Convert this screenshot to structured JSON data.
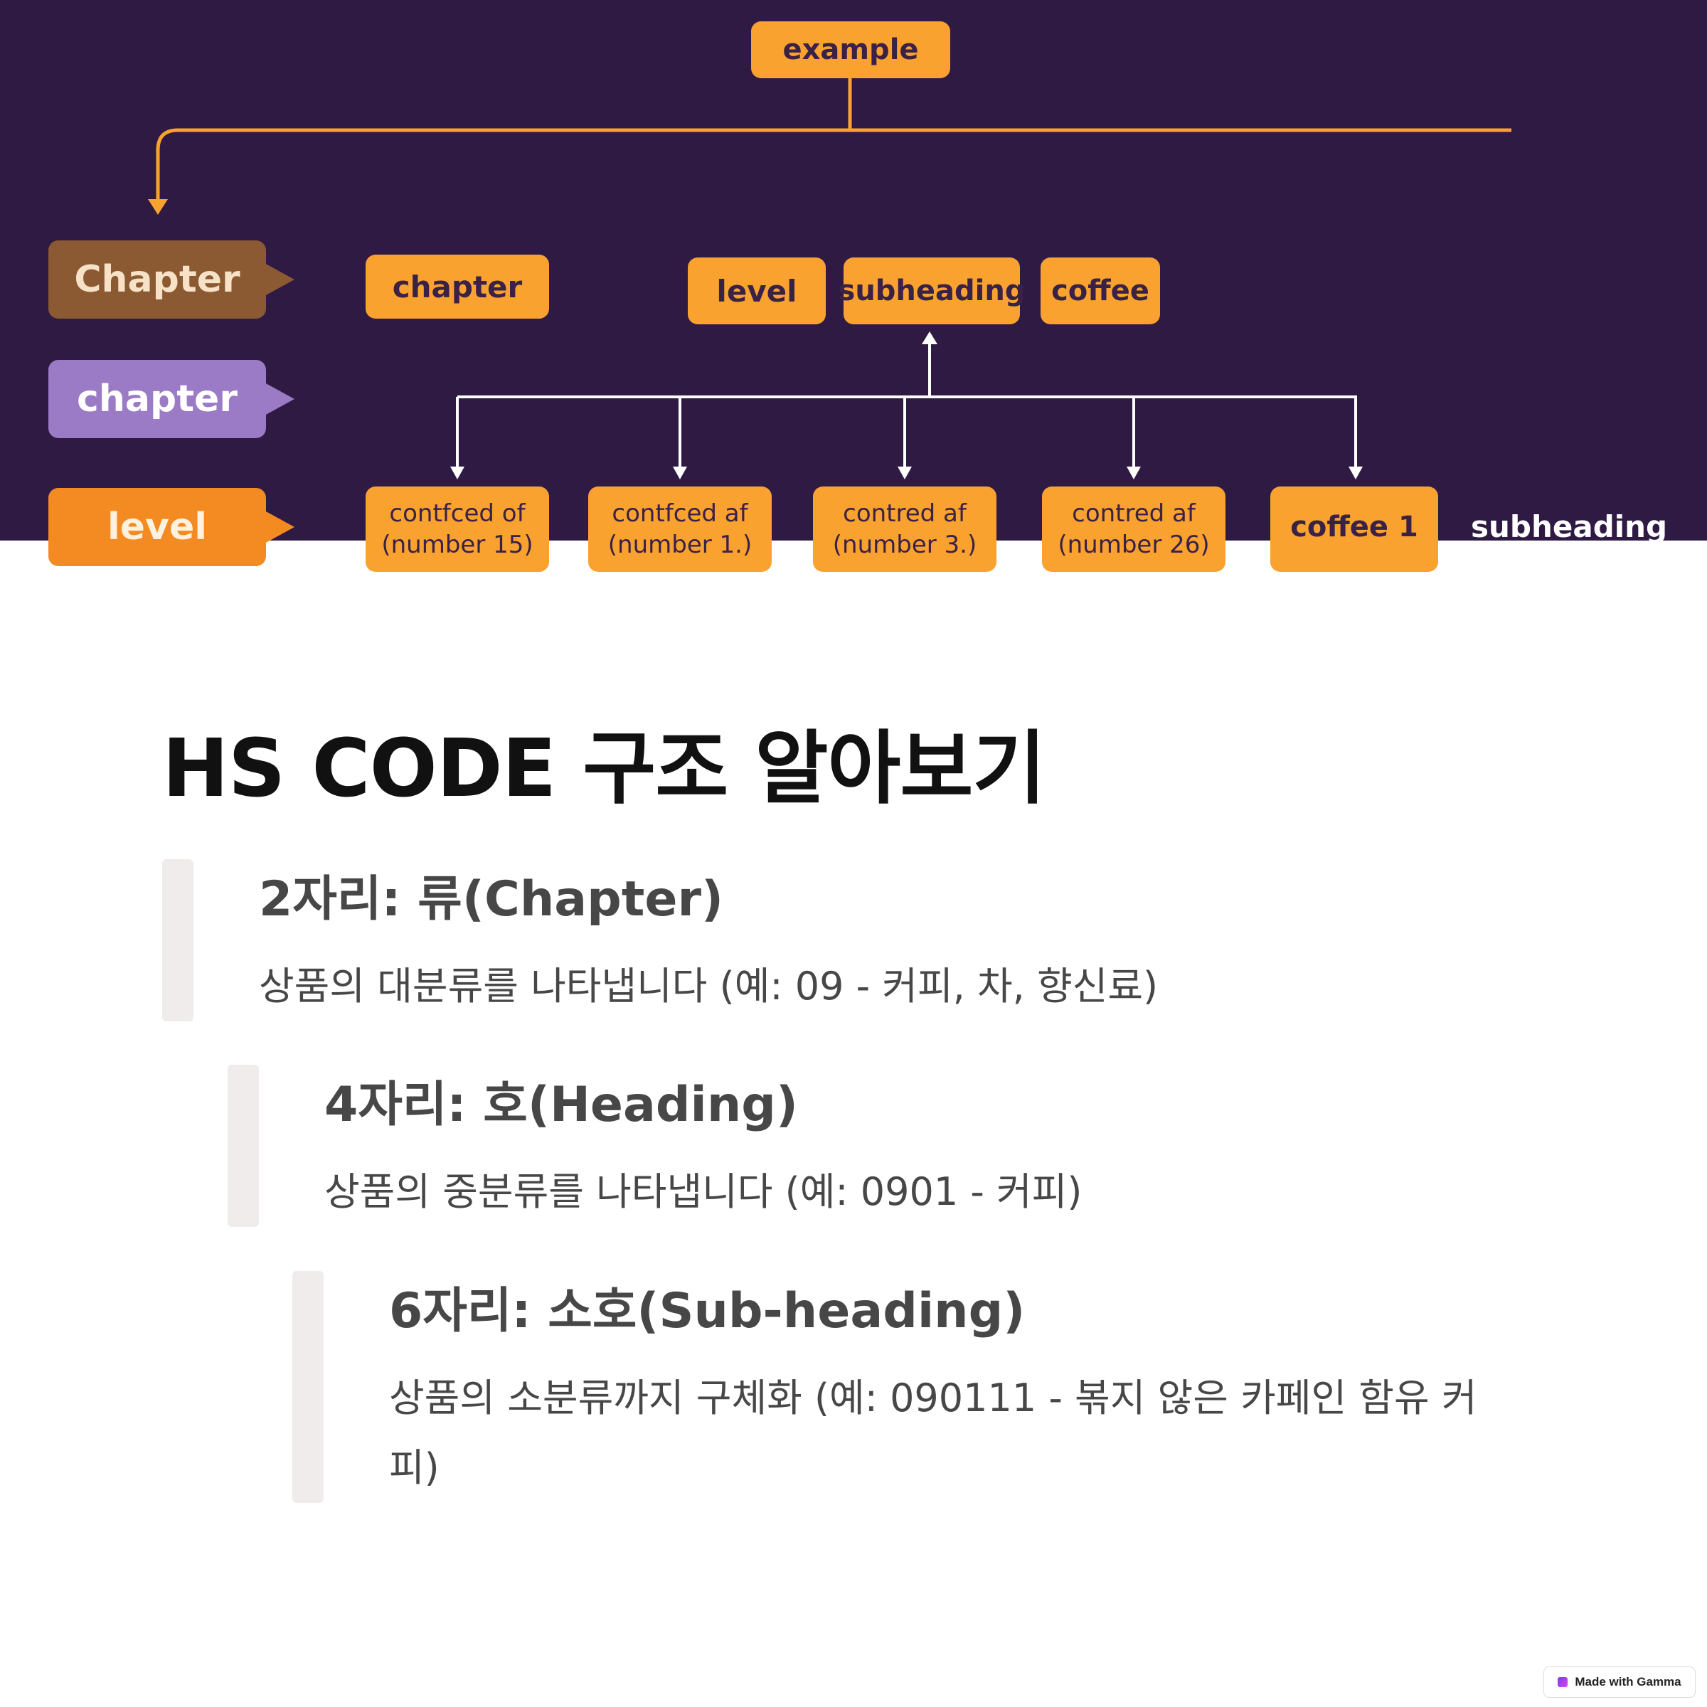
{
  "diagram": {
    "root_label": "example",
    "side_labels": [
      "Chapter",
      "chapter",
      "level"
    ],
    "top_row": [
      "chapter",
      "level",
      "subheading",
      "coffee"
    ],
    "bottom_row": [
      "contfced of\n(number 15)",
      "contfced af\n(number 1.)",
      "contred af\n(number 3.)",
      "contred af\n(number 26)",
      "coffee 1"
    ],
    "bottom_caption": "subheading"
  },
  "content": {
    "title": "HS CODE 구조 알아보기",
    "items": [
      {
        "heading": "2자리: 류(Chapter)",
        "description": "상품의 대분류를 나타냅니다 (예: 09 - 커피, 차, 향신료)"
      },
      {
        "heading": "4자리: 호(Heading)",
        "description": "상품의 중분류를 나타냅니다 (예: 0901 - 커피)"
      },
      {
        "heading": "6자리: 소호(Sub-heading)",
        "description": "상품의 소분류까지 구체화 (예: 090111 - 볶지 않은 카페인 함유 커피)"
      }
    ]
  },
  "footer": {
    "badge": "Made with Gamma"
  }
}
